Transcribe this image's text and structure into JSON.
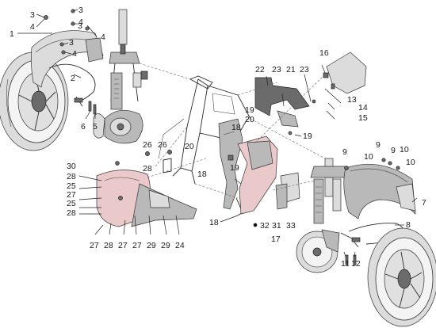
{
  "callouts": {
    "c1": "1",
    "c2": "2",
    "c3a": "3",
    "c3b": "3",
    "c3c": "3",
    "c3d": "3",
    "c4a": "4",
    "c4b": "4",
    "c4c": "4",
    "c4d": "4",
    "c5": "5",
    "c6": "6",
    "c7": "7",
    "c8": "8",
    "c9a": "9",
    "c9b": "9",
    "c9c": "9",
    "c10a": "10",
    "c10b": "10",
    "c10c": "10",
    "c11": "11",
    "c12": "12",
    "c13": "13",
    "c14": "14",
    "c15": "15",
    "c16": "16",
    "c17": "17",
    "c18a": "18",
    "c18b": "18",
    "c18c": "18",
    "c19a": "19",
    "c19b": "19",
    "c19c": "19",
    "c20a": "20",
    "c20b": "20",
    "c21": "21",
    "c22": "22",
    "c23a": "23",
    "c23b": "23",
    "c24": "24",
    "c25a": "25",
    "c25b": "25",
    "c26a": "26",
    "c26b": "26",
    "c27a": "27",
    "c27b": "27",
    "c27c": "27",
    "c27d": "27",
    "c28a": "28",
    "c28b": "28",
    "c28c": "28",
    "c28d": "28",
    "c29a": "29",
    "c29b": "29",
    "c30": "30",
    "c31": "31",
    "c32": "32",
    "c33": "33"
  }
}
